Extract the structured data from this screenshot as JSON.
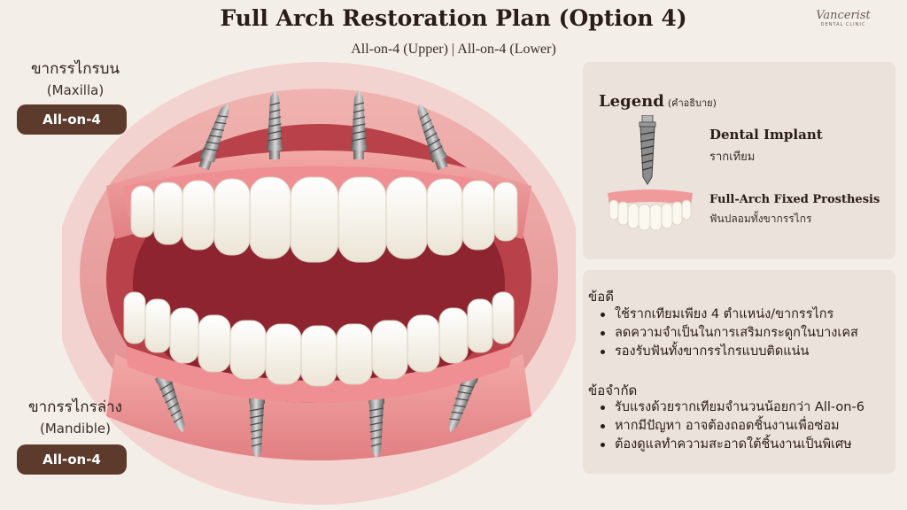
{
  "header": {
    "title": "Full Arch Restoration Plan (Option 4)",
    "subtitle": "All-on-4 (Upper) | All-on-4 (Lower)"
  },
  "logo": {
    "script": "Vancerist",
    "small": "DENTAL CLINIC"
  },
  "upper": {
    "label_th": "ขากรรไกรบน",
    "label_en": "(Maxilla)",
    "badge": "All-on-4"
  },
  "lower": {
    "label_th": "ขากรรไกรล่าง",
    "label_en": "(Mandible)",
    "badge": "All-on-4"
  },
  "legend": {
    "title": "Legend",
    "title_th": "(คำอธิบาย)",
    "items": [
      {
        "name": "Dental Implant",
        "name_th": "รากเทียม",
        "icon": "implant-icon"
      },
      {
        "name": "Full-Arch Fixed Prosthesis",
        "name_th": "ฟันปลอมทั้งขากรรไกร",
        "icon": "prosthesis-icon"
      }
    ]
  },
  "pros": {
    "title": "ข้อดี",
    "items": [
      "ใช้รากเทียมเพียง 4 ตำแหน่ง/ขากรรไกร",
      "ลดความจำเป็นในการเสริมกระดูกในบางเคส",
      "รองรับฟันทั้งขากรรไกรแบบติดแน่น"
    ]
  },
  "cons": {
    "title": "ข้อจำกัด",
    "items": [
      "รับแรงด้วยรากเทียมจำนวนน้อยกว่า All-on-6",
      "หากมีปัญหา อาจต้องถอดชิ้นงานเพื่อซ่อม",
      "ต้องดูแลทำความสะอาดใต้ชิ้นงานเป็นพิเศษ"
    ]
  },
  "colors": {
    "badge_bg": "#5c3a2c",
    "gum": "#e58a8c",
    "tooth": "#f6f1e6",
    "panel": "#ebe2db"
  }
}
